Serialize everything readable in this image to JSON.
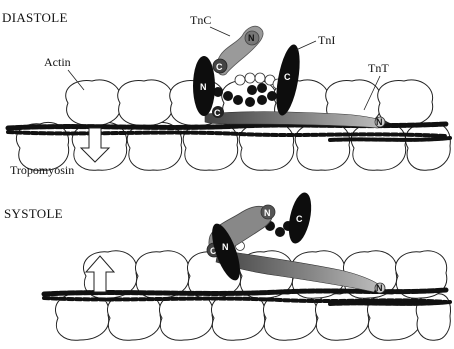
{
  "panels": {
    "diastole": {
      "title": "DIASTOLE",
      "labels": {
        "actin": "Actin",
        "tnc": "TnC",
        "tni": "TnI",
        "tnt": "TnT",
        "tropomyosin": "Tropomyosin"
      },
      "terminals": {
        "n": "N",
        "c": "C"
      }
    },
    "systole": {
      "title": "SYSTOLE",
      "terminals": {
        "n": "N",
        "c": "C"
      }
    }
  },
  "arrows": {
    "diastole": "down",
    "systole": "up"
  }
}
